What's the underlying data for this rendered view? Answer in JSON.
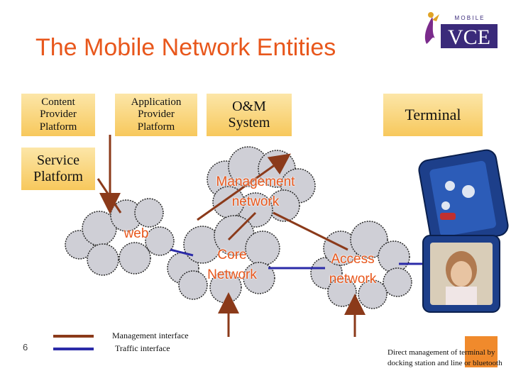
{
  "title": "The Mobile Network Entities",
  "boxes": {
    "content_provider": "Content\nProvider\nPlatform",
    "application_provider": "Application\nProvider\nPlatform",
    "om_system": "O&M\nSystem",
    "terminal": "Terminal",
    "service_platform": "Service\nPlatform"
  },
  "clouds": {
    "management": "Management\nnetwork",
    "web": "web",
    "core": "Core\nNetwork",
    "access": "Access\nnetwork"
  },
  "legend": {
    "management": "Management interface",
    "traffic": "Traffic interface"
  },
  "note": "Direct management of terminal by docking station and  line or bluetooth",
  "page_number": "6",
  "logo": {
    "top_text": "M O B I L E",
    "main_text": "VCE"
  },
  "colors": {
    "title": "#e8571c",
    "management_interface": "#8b3a1a",
    "traffic_interface": "#2b2ba8",
    "box_fill": "#f9d77c",
    "cloud_fill": "#cfcfd6"
  }
}
